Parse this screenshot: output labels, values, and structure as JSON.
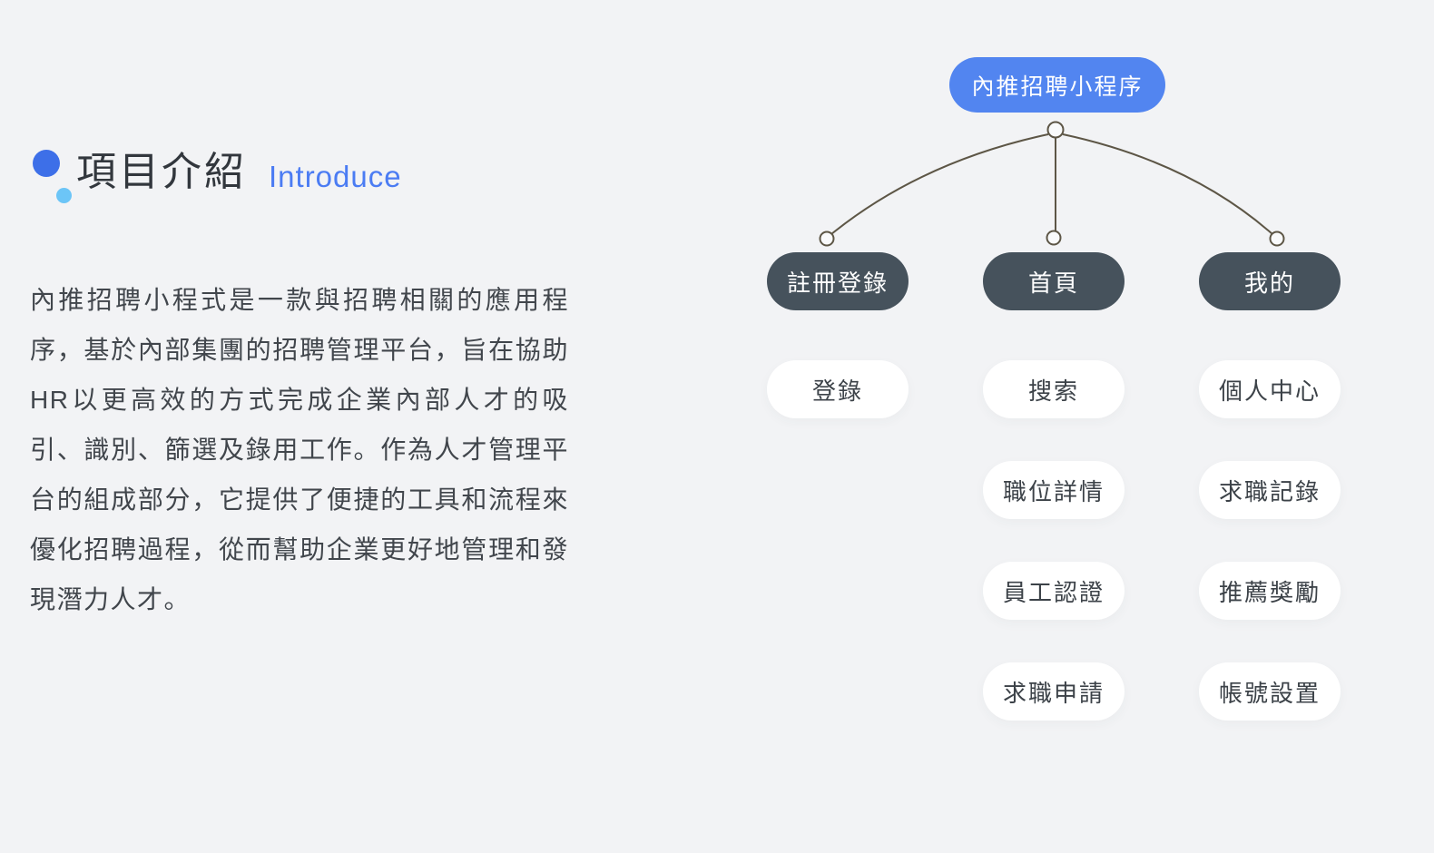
{
  "colors": {
    "bg": "#f2f3f5",
    "dot_blue": "#3d6fe8",
    "dot_light": "#6cc5f7",
    "subtitle_blue": "#4b7cf3",
    "root_bg": "#5285f0",
    "branch_bg": "#46525c",
    "leaf_bg": "#ffffff",
    "line": "#5d5646",
    "text_dark": "#32373d",
    "body_text": "#41464c"
  },
  "intro": {
    "title": "項目介紹",
    "subtitle": "Introduce",
    "paragraph": "內推招聘小程式是一款與招聘相關的應用程序，基於內部集團的招聘管理平台，旨在協助HR以更高效的方式完成企業內部人才的吸引、識別、篩選及錄用工作。作為人才管理平台的組成部分，它提供了便捷的工具和流程來優化招聘過程，從而幫助企業更好地管理和發現潛力人才。"
  },
  "diagram": {
    "root": "內推招聘小程序",
    "branches": [
      {
        "label": "註冊登錄",
        "children": [
          "登錄"
        ]
      },
      {
        "label": "首頁",
        "children": [
          "搜索",
          "職位詳情",
          "員工認證",
          "求職申請"
        ]
      },
      {
        "label": "我的",
        "children": [
          "個人中心",
          "求職記錄",
          "推薦獎勵",
          "帳號設置"
        ]
      }
    ]
  }
}
